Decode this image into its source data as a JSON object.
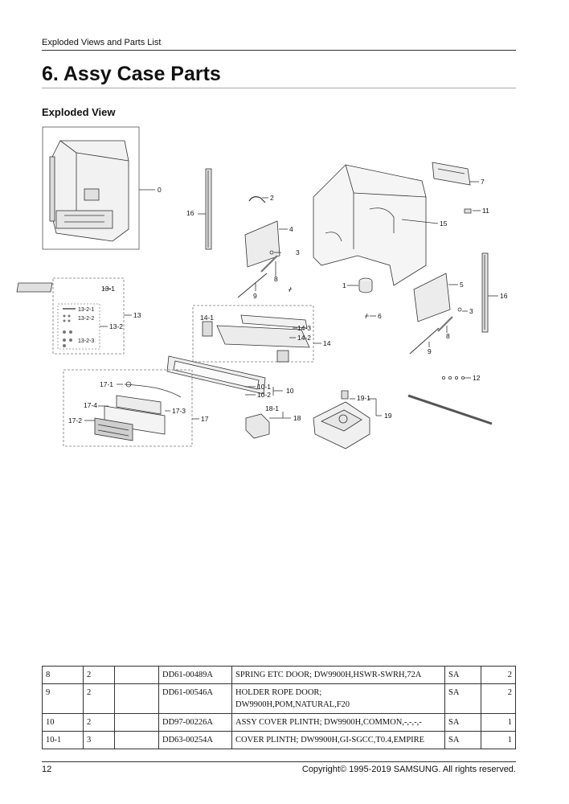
{
  "header": {
    "section": "Exploded Views and Parts List"
  },
  "title": "6.  Assy Case Parts",
  "subtitle": "Exploded View",
  "callouts": {
    "c0": "0",
    "c1": "1",
    "c2": "2",
    "c3a": "3",
    "c3b": "3",
    "c4": "4",
    "c5": "5",
    "c6": "6",
    "c7": "7",
    "c8a": "8",
    "c8b": "8",
    "c9a": "9",
    "c9b": "9",
    "c10": "10",
    "c10_1": "10-1",
    "c10_2": "10-2",
    "c11": "11",
    "c12": "12",
    "c13": "13",
    "c13_1": "13-1",
    "c13_2": "13-2",
    "c13_2_1": "13-2-1",
    "c13_2_2": "13-2-2",
    "c13_2_3": "13-2-3",
    "c14": "14",
    "c14_1": "14-1",
    "c14_2": "14-2",
    "c14_3": "14-3",
    "c15": "15",
    "c16a": "16",
    "c16b": "16",
    "c17": "17",
    "c17_1": "17-1",
    "c17_2": "17-2",
    "c17_3": "17-3",
    "c17_4": "17-4",
    "c18": "18",
    "c18_1": "18-1",
    "c19": "19",
    "c19_1": "19-1"
  },
  "parts_table": {
    "rows": [
      {
        "no": "8",
        "level": "2",
        "blank": "",
        "code": "DD61-00489A",
        "description": [
          "SPRING ETC DOOR; DW9900H,HSWR-SWRH,72A"
        ],
        "status": "SA",
        "qty": "2"
      },
      {
        "no": "9",
        "level": "2",
        "blank": "",
        "code": "DD61-00546A",
        "description": [
          "HOLDER  ROPE  DOOR;",
          "DW9900H,POM,NATURAL,F20"
        ],
        "status": "SA",
        "qty": "2"
      },
      {
        "no": "10",
        "level": "2",
        "blank": "",
        "code": "DD97-00226A",
        "description": [
          "ASSY COVER PLINTH; DW9900H,COMMON,-,-,-,-"
        ],
        "status": "SA",
        "qty": "1"
      },
      {
        "no": "10-1",
        "level": "3",
        "blank": "",
        "code": "DD63-00254A",
        "description": [
          "COVER PLINTH; DW9900H,GI-SGCC,T0.4,EMPIRE"
        ],
        "status": "SA",
        "qty": "1"
      }
    ]
  },
  "footer": {
    "page": "12",
    "copyright": "Copyright© 1995-2019 SAMSUNG. All rights reserved."
  }
}
